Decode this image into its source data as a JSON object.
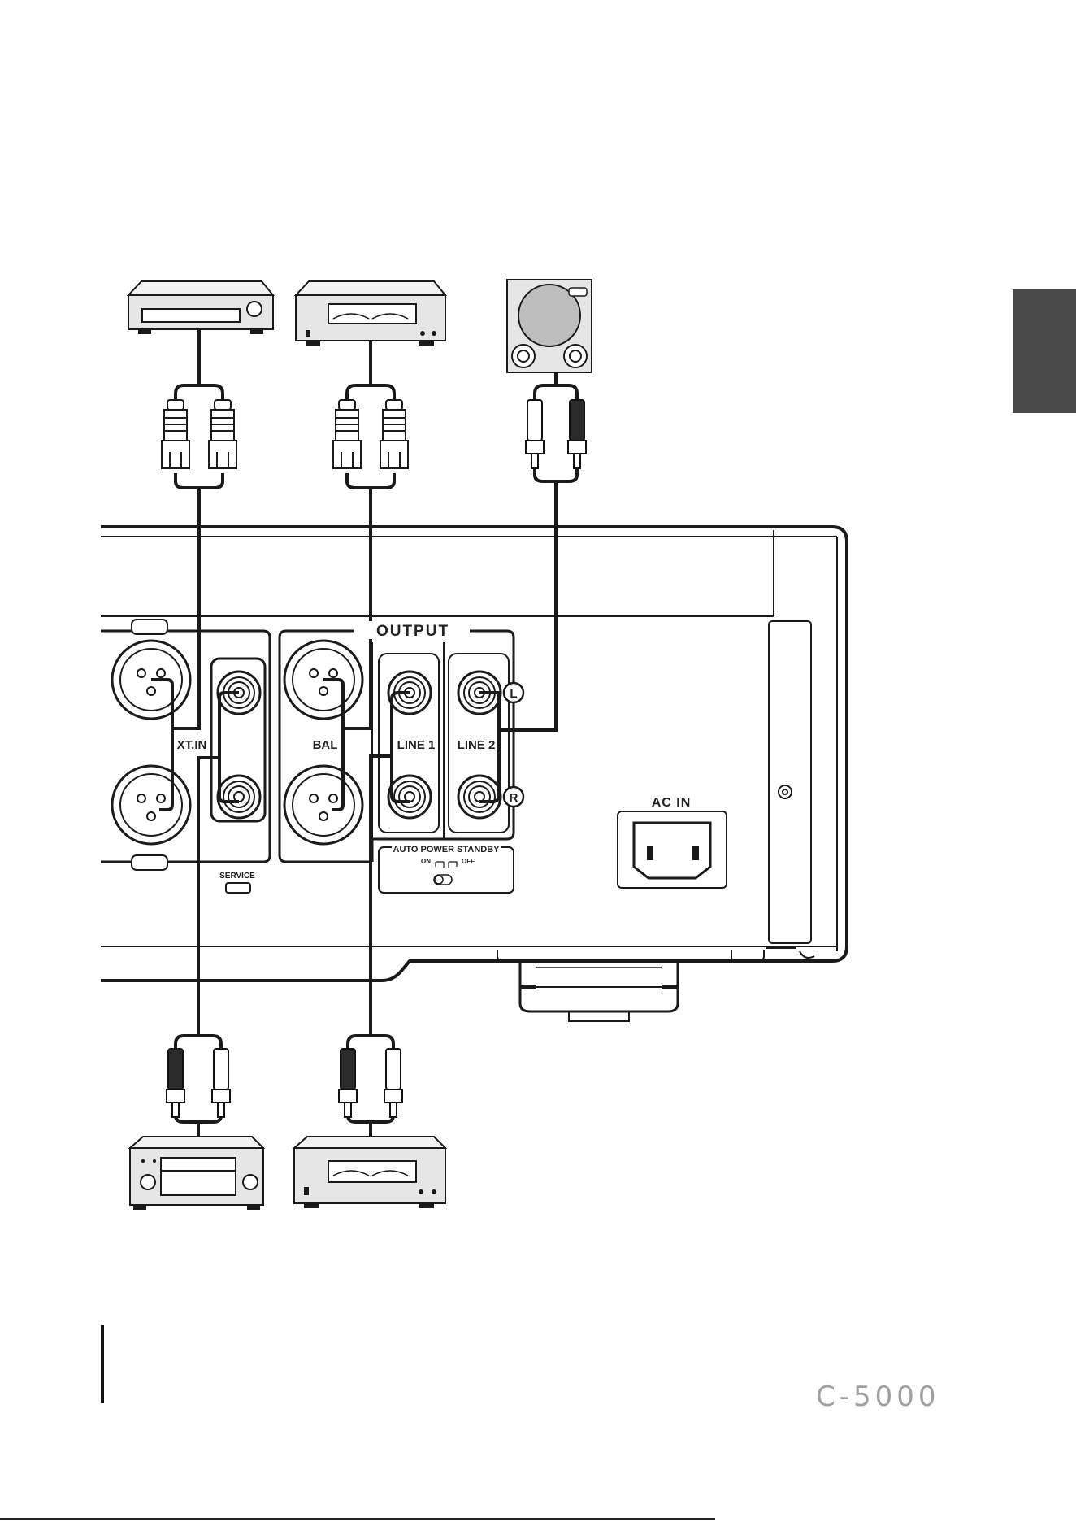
{
  "labels": {
    "output": "OUTPUT",
    "ext_in": "XT.IN",
    "bal": "BAL",
    "line1": "LINE 1",
    "line2": "LINE 2",
    "left": "L",
    "right": "R",
    "auto_power_standby": "AUTO POWER STANDBY",
    "switch_on": "ON",
    "switch_off": "OFF",
    "service": "SERVICE",
    "ac_in": "AC IN"
  },
  "footer": {
    "model": "C-5000"
  },
  "colors": {
    "line": "#1a1a1a",
    "device_fill": "#e6e6e6",
    "side_tab": "#4a4a4a",
    "model_text": "#a0a0a0"
  },
  "icons": [
    "source-player-icon",
    "power-amplifier-icon",
    "subwoofer-icon",
    "av-receiver-icon",
    "amplifier-icon",
    "xlr-plug-icon",
    "rca-plug-icon"
  ]
}
